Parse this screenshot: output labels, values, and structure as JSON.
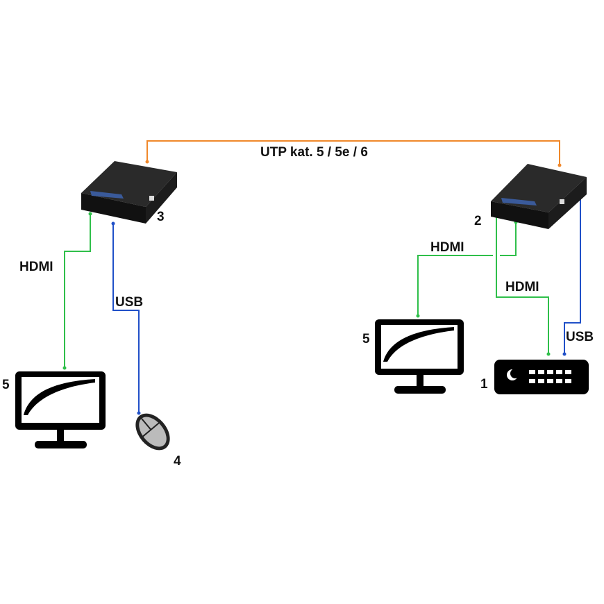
{
  "cable_labels": {
    "utp": "UTP kat. 5 / 5e / 6",
    "left_hdmi": "HDMI",
    "left_usb": "USB",
    "right_hdmi_monitor": "HDMI",
    "right_hdmi_source": "HDMI",
    "right_usb": "USB"
  },
  "device_numbers": {
    "receiver": "3",
    "transmitter": "2",
    "left_monitor": "5",
    "mouse": "4",
    "right_monitor": "5",
    "source": "1"
  },
  "colors": {
    "utp": "#f0882a",
    "hdmi": "#2fbf4a",
    "usb": "#2050c8",
    "device": "#1a1a1a"
  }
}
